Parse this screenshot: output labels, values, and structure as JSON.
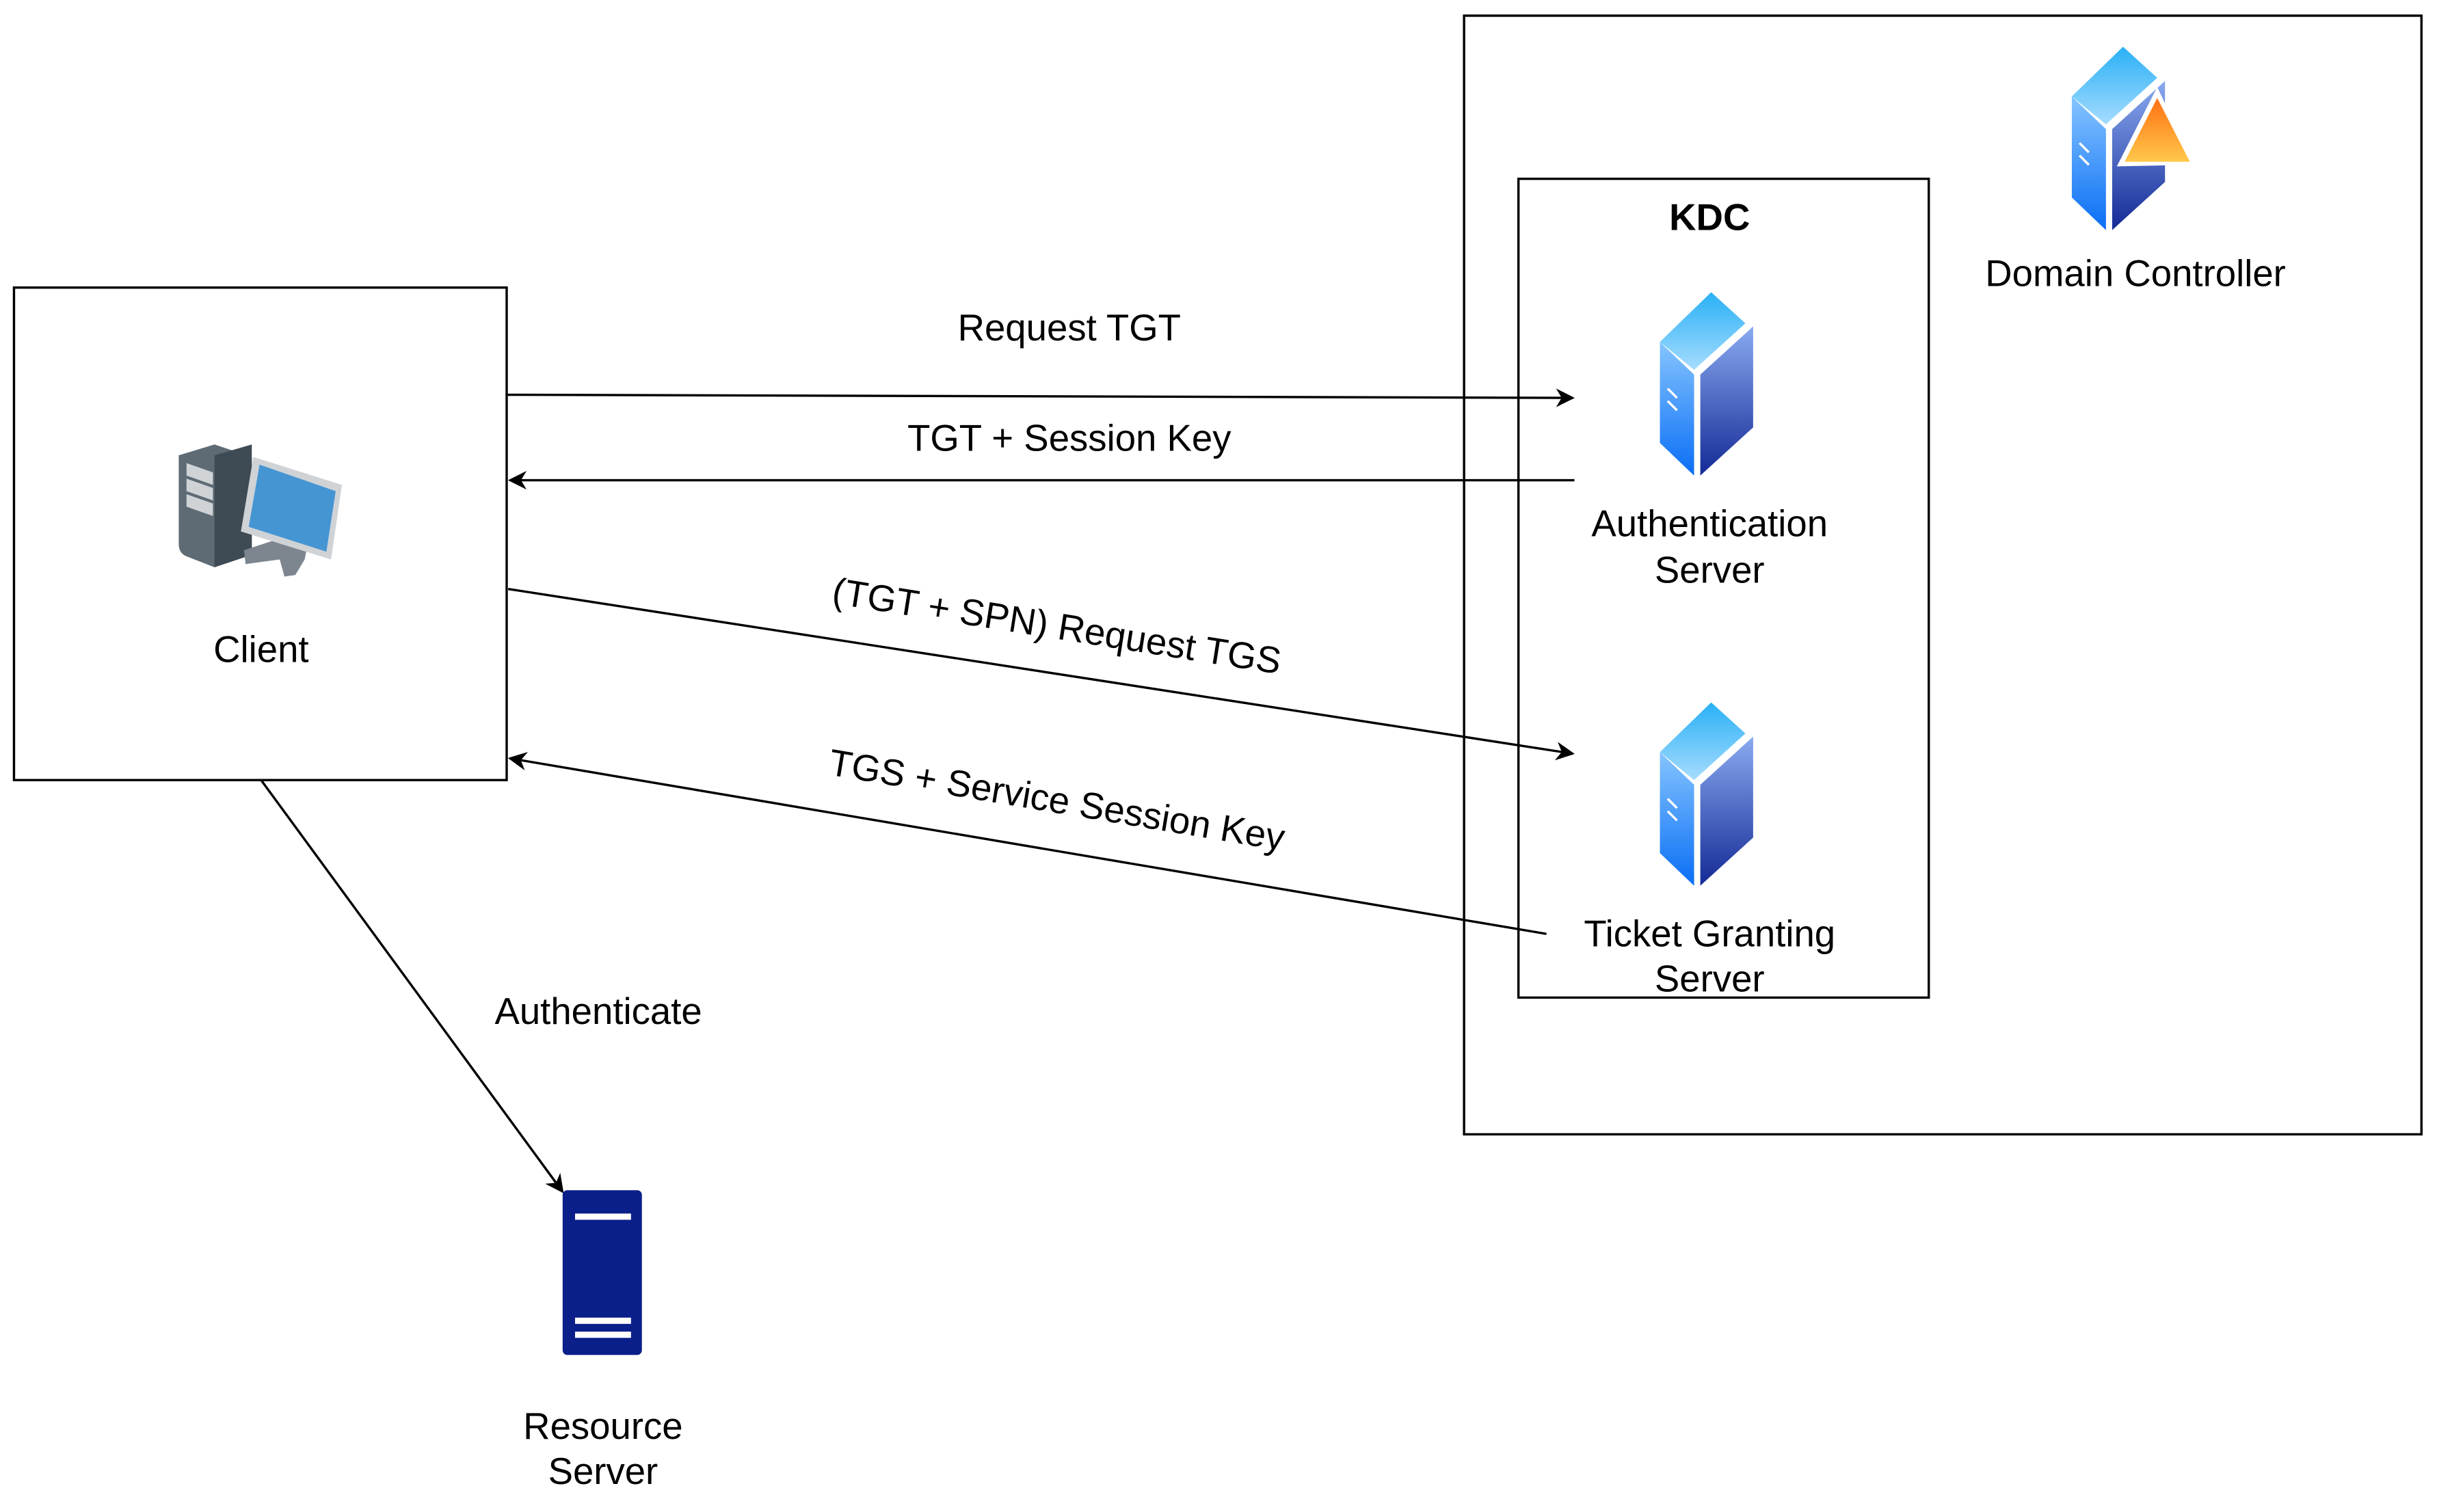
{
  "nodes": {
    "client": {
      "label": "Client",
      "icon": "desktop-computer-icon"
    },
    "domain_controller": {
      "label": "Domain Controller",
      "icon": "domain-controller-server-icon"
    },
    "kdc": {
      "label": "KDC"
    },
    "auth_server": {
      "label_line1": "Authentication",
      "label_line2": "Server",
      "icon": "server-tower-icon"
    },
    "tgs_server": {
      "label_line1": "Ticket Granting",
      "label_line2": "Server",
      "icon": "server-tower-icon"
    },
    "resource_server": {
      "label_line1": "Resource",
      "label_line2": "Server",
      "icon": "server-icon"
    }
  },
  "edges": {
    "request_tgt": "Request TGT",
    "tgt_session_key": "TGT + Session Key",
    "request_tgs": "(TGT + SPN) Request TGS",
    "tgs_service_key": "TGS + Service Session Key",
    "authenticate": "Authenticate"
  },
  "colors": {
    "resource_server": "#0b1f8a",
    "line": "#000000"
  }
}
